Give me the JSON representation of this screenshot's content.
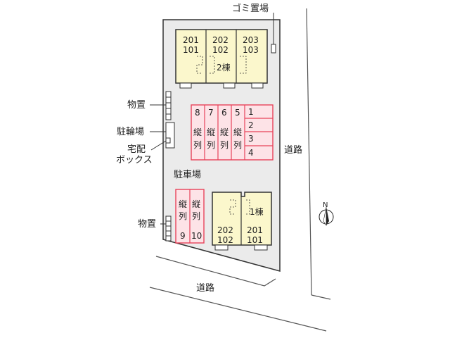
{
  "labels": {
    "garbage": "ゴミ置場",
    "storage_top": "物置",
    "bike_parking": "駐輪場",
    "delivery_box_line1": "宅配",
    "delivery_box_line2": "ボックス",
    "parking_lot": "駐車場",
    "storage_bottom": "物置",
    "road_right": "道路",
    "road_bottom": "道路",
    "north": "N"
  },
  "building2": {
    "name": "2棟",
    "units": [
      {
        "upper": "201",
        "lower": "101"
      },
      {
        "upper": "202",
        "lower": "102"
      },
      {
        "upper": "203",
        "lower": "103"
      }
    ]
  },
  "building1": {
    "name": "1棟",
    "units": [
      {
        "upper": "202",
        "lower": "102"
      },
      {
        "upper": "201",
        "lower": "101"
      }
    ]
  },
  "parking_top": {
    "vertical_slots": [
      {
        "num": "8",
        "orient1": "縦",
        "orient2": "列"
      },
      {
        "num": "7",
        "orient1": "縦",
        "orient2": "列"
      },
      {
        "num": "6",
        "orient1": "縦",
        "orient2": "列"
      },
      {
        "num": "5",
        "orient1": "縦",
        "orient2": "列"
      }
    ],
    "horizontal_slots": [
      "1",
      "2",
      "3",
      "4"
    ]
  },
  "parking_bottom": {
    "slots": [
      {
        "num": "9",
        "orient1": "縦",
        "orient2": "列"
      },
      {
        "num": "10",
        "orient1": "縦",
        "orient2": "列"
      }
    ]
  },
  "colors": {
    "building_fill": "#fbf7cc",
    "parking_line": "#e8435a",
    "parking_fill": "#fde3e7",
    "site_fill": "#ebebeb"
  }
}
